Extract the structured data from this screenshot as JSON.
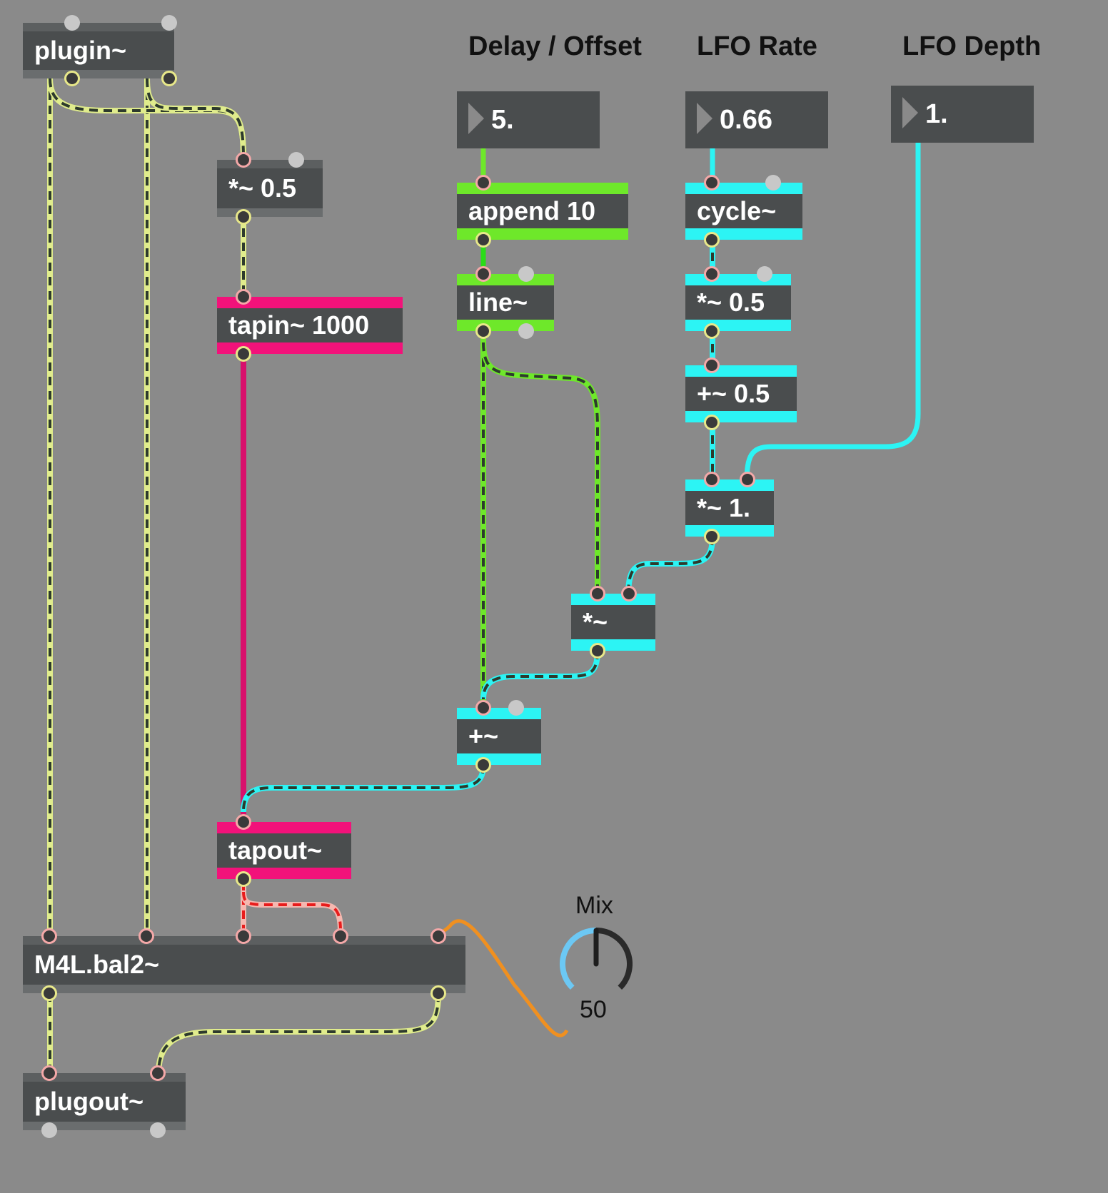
{
  "objects": {
    "plugin": "plugin~",
    "mul_in": "*~ 0.5",
    "tapin": "tapin~ 1000",
    "append": "append 10",
    "line": "line~",
    "cycle": "cycle~",
    "mul_lfo": "*~ 0.5",
    "add_lfo": "+~ 0.5",
    "mul_depth": "*~ 1.",
    "mul_mod": "*~",
    "add_mod": "+~",
    "tapout": "tapout~",
    "bal": "M4L.bal2~",
    "plugout": "plugout~"
  },
  "numbers": {
    "delay": "5.",
    "rate": "0.66",
    "depth": "1."
  },
  "comments": {
    "delay": "Delay / Offset",
    "rate": "LFO Rate",
    "depth": "LFO Depth"
  },
  "dial": {
    "label": "Mix",
    "value": "50",
    "fraction": 0.5
  },
  "colors": {
    "background": "#8a8a8a",
    "box": "#4a4d4e",
    "audio_yellow": "#d8e88a",
    "green": "#6ee82a",
    "cyan": "#2cf4f4",
    "magenta": "#f2127a",
    "red_dash": "#e81c1c",
    "pink_cord": "#f4b8b0",
    "orange": "#f09020",
    "dial_blue": "#6cc8f4"
  }
}
